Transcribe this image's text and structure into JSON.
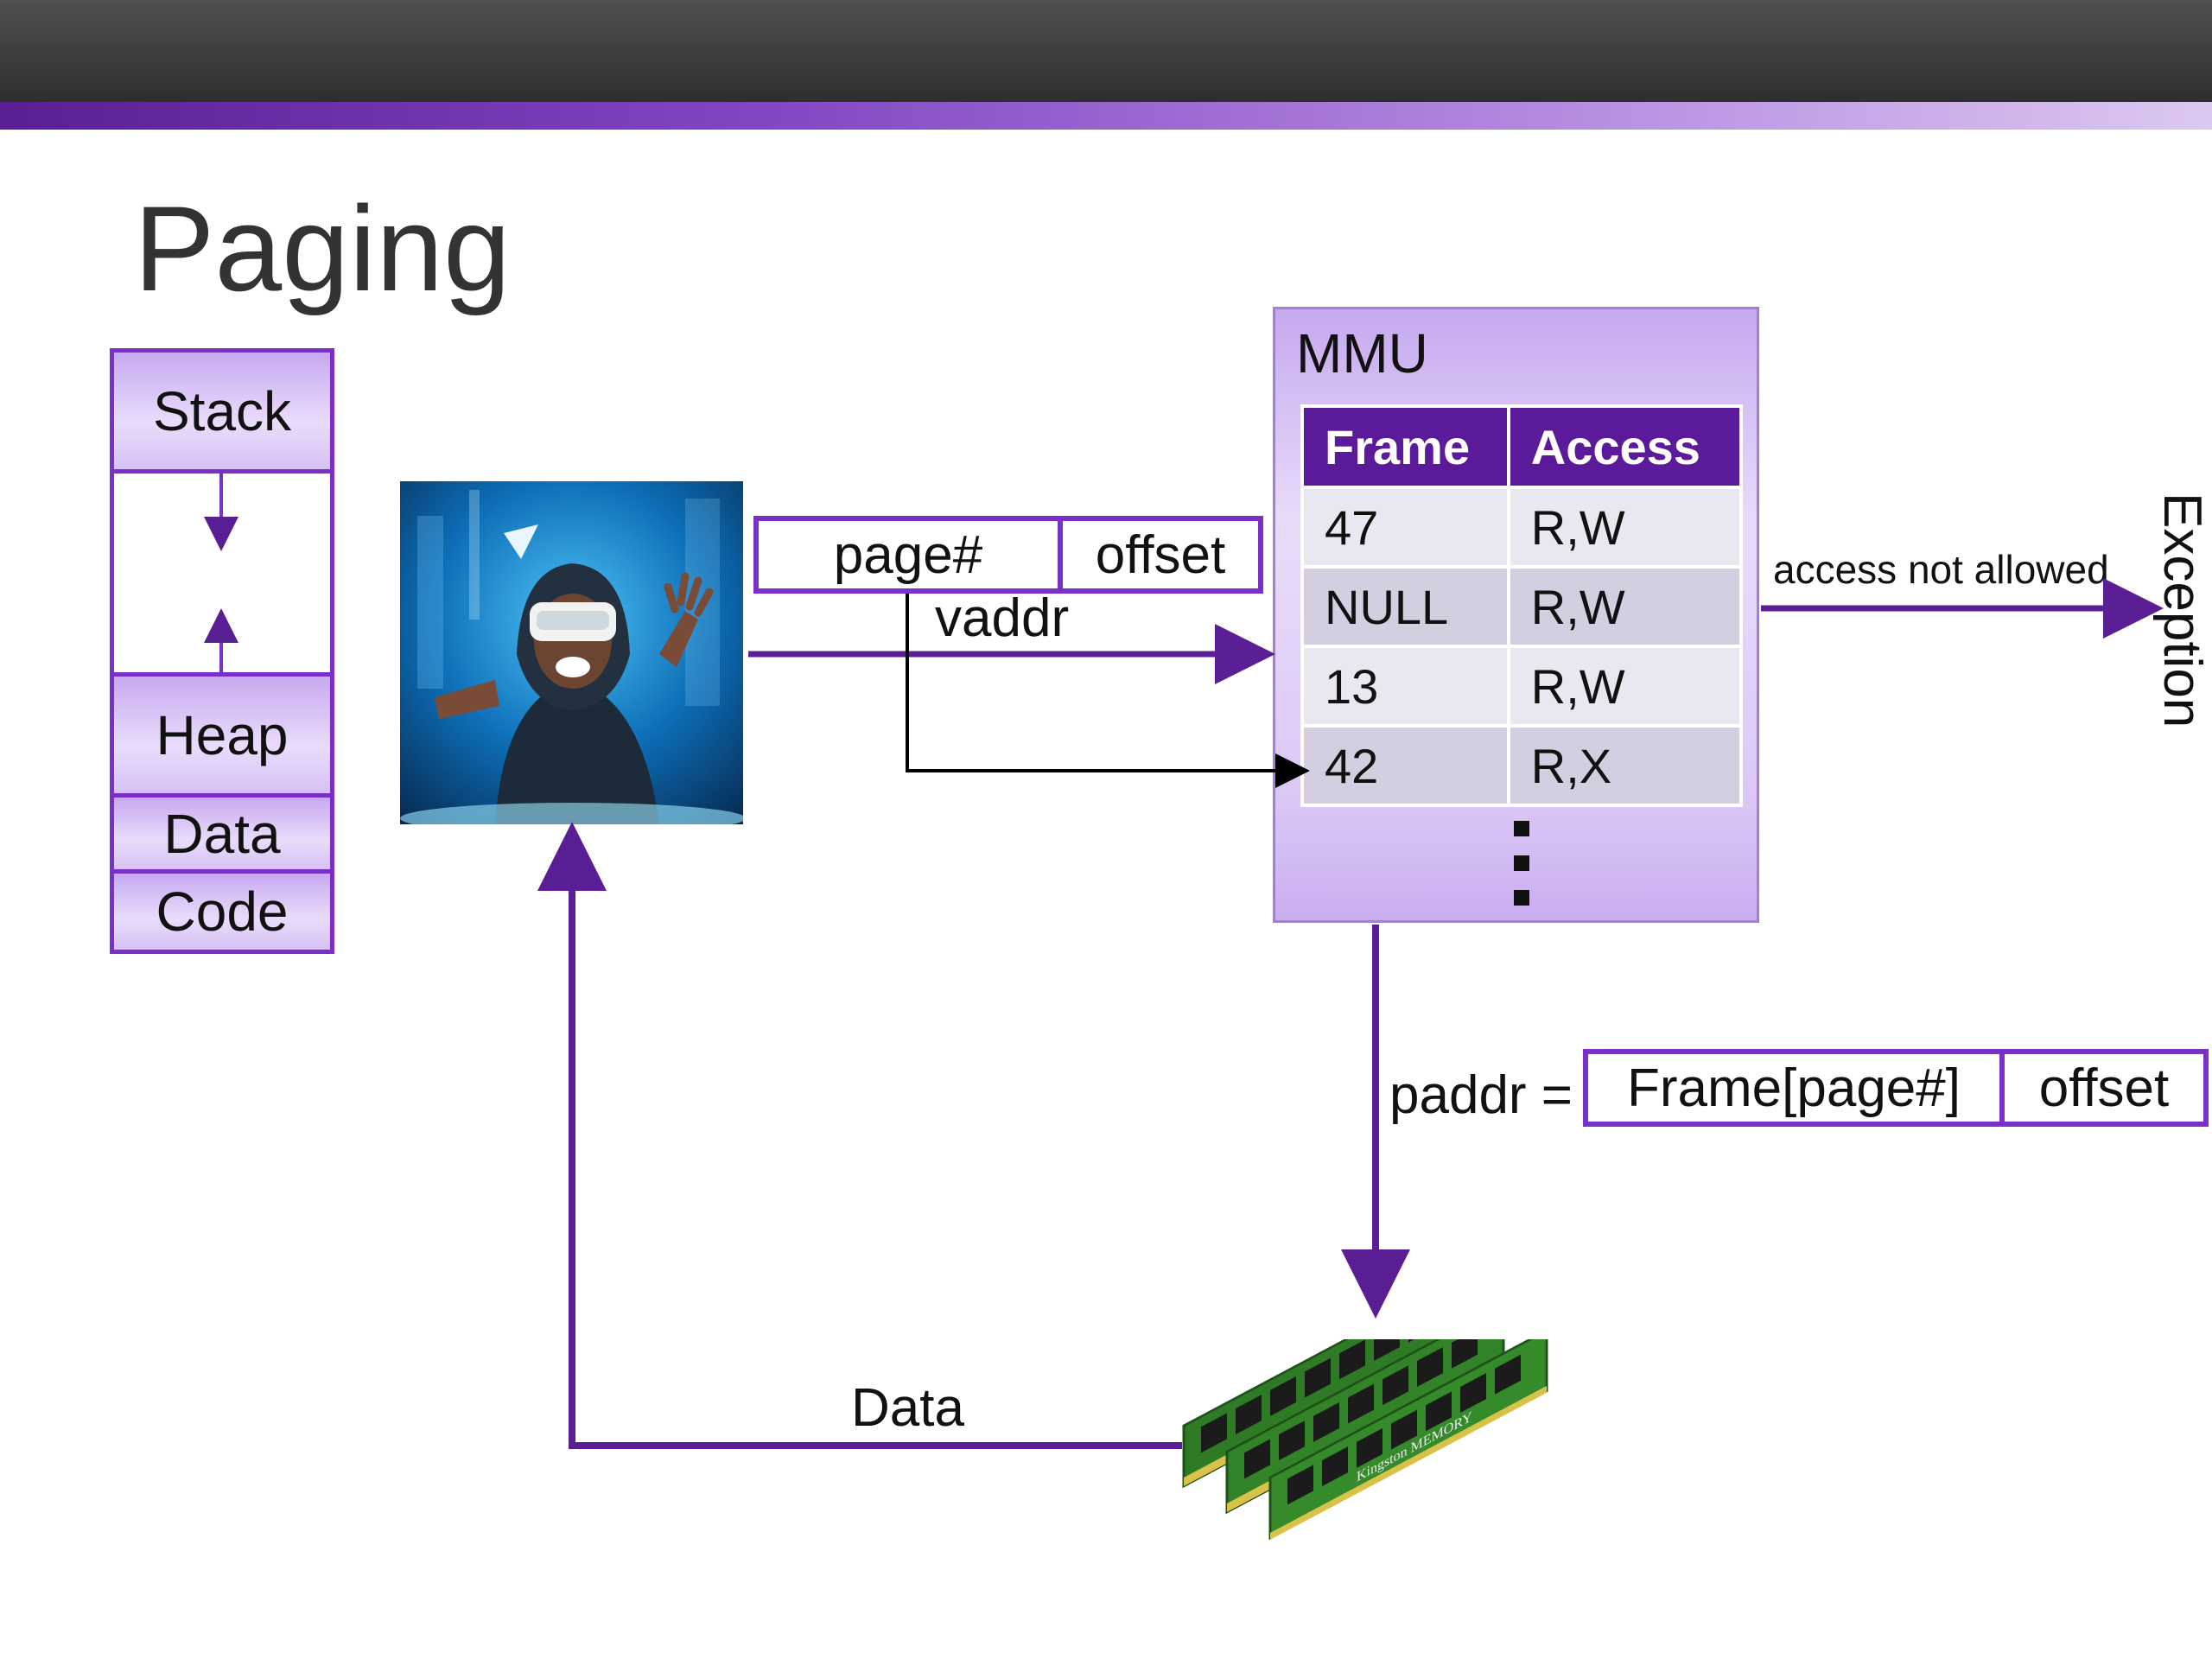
{
  "slide": {
    "title": "Paging"
  },
  "memory_layout": {
    "segments": [
      "Stack",
      "Heap",
      "Data",
      "Code"
    ]
  },
  "vaddr": {
    "fields": [
      "page#",
      "offset"
    ],
    "label": "vaddr"
  },
  "mmu": {
    "label": "MMU",
    "table": {
      "headers": [
        "Frame",
        "Access"
      ],
      "rows": [
        [
          "47",
          "R,W"
        ],
        [
          "NULL",
          "R,W"
        ],
        [
          "13",
          "R,W"
        ],
        [
          "42",
          "R,X"
        ]
      ],
      "continuation": "⋮"
    }
  },
  "exception": {
    "arrow_label": "access not allowed",
    "label": "Exception"
  },
  "paddr": {
    "label": "paddr =",
    "fields": [
      "Frame[page#]",
      "offset"
    ]
  },
  "data_flow": {
    "label": "Data"
  },
  "images": {
    "photo": "person-with-vr-headset",
    "ram": "ram-modules",
    "ram_brand_text": "Kingston MEMORY"
  },
  "colors": {
    "purple": "#7a2fc9",
    "dark_purple": "#5b1a99",
    "arrow_purple": "#5a1f94"
  }
}
